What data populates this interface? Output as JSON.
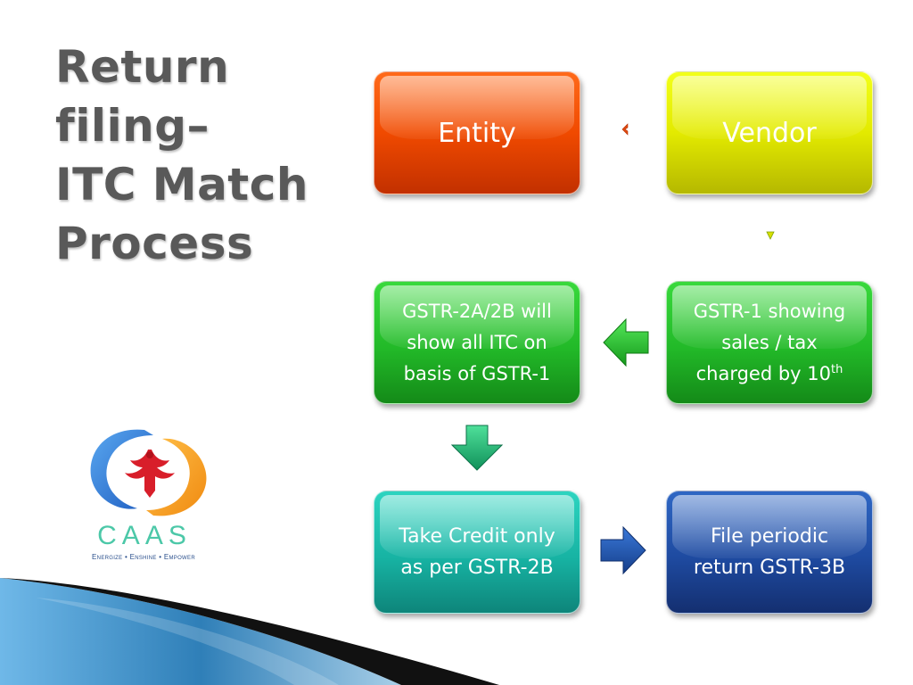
{
  "slide": {
    "title_lines": [
      "Return filing–",
      "ITC Match",
      "Process"
    ]
  },
  "boxes": {
    "entity": "Entity",
    "vendor": "Vendor",
    "gstr2a": [
      "GSTR-2A/2B will",
      "show all ITC on",
      "basis of GSTR-1"
    ],
    "gstr1": [
      "GSTR-1 showing",
      "sales / tax",
      "charged by 10",
      "th"
    ],
    "credit": [
      "Take Credit only",
      "as per GSTR-2B"
    ],
    "file": [
      "File periodic",
      "return GSTR-3B"
    ]
  },
  "arrows": {
    "gstr1_to_gstr2a": "left-arrow-icon",
    "gstr2a_to_credit": "down-arrow-icon",
    "credit_to_file": "right-arrow-icon"
  },
  "logo": {
    "name": "CAAS",
    "tagline": "Energize • Enshine • Empower",
    "icon": "phoenix-logo-icon"
  },
  "colors": {
    "title": "#595959",
    "entity": "#f04a00",
    "vendor": "#e3ea00",
    "green_box": "#22b928",
    "teal_box": "#17b3a3",
    "blue_box": "#1e4aa0",
    "logo_teal": "#4cc8a8",
    "logo_orange": "#f5a623",
    "logo_blue": "#2a6fd0"
  }
}
